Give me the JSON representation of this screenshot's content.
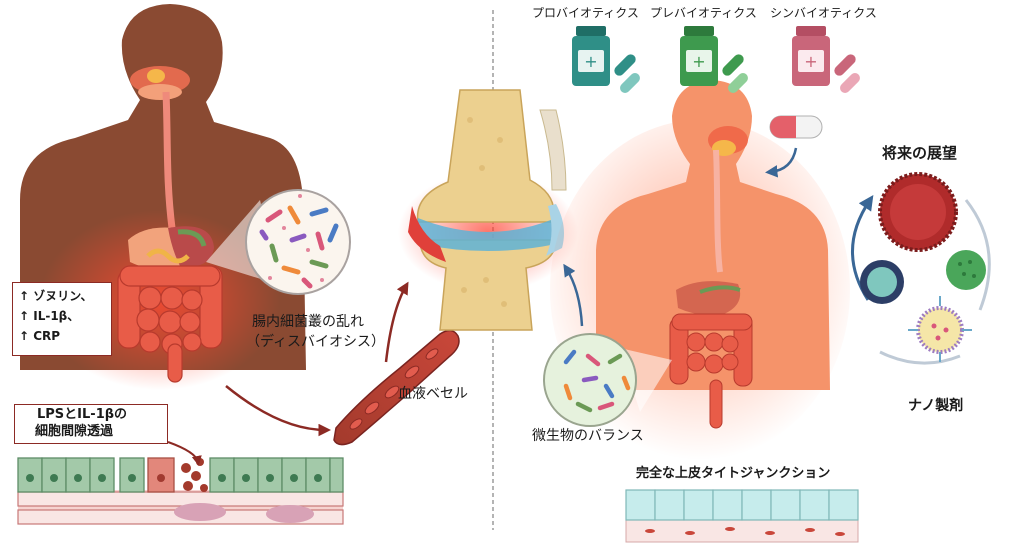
{
  "left_panel": {
    "markers": [
      "↑ ゾヌリン、",
      "↑ IL-1β、",
      "↑ CRP"
    ],
    "leak_label": [
      "LPSとIL-1βの",
      "細胞間隙透過"
    ],
    "dysbiosis_label": [
      "腸内細菌叢の乱れ",
      "（ディスバイオシス）"
    ],
    "blood_vessel_label": "血液ベセル"
  },
  "right_panel": {
    "products": [
      {
        "label": "プロバイオティクス",
        "color": "#2f8f87"
      },
      {
        "label": "プレバイオティクス",
        "color": "#3e9a4e"
      },
      {
        "label": "シンバイオティクス",
        "color": "#c9667a"
      }
    ],
    "future_title": "将来の展望",
    "nano_label": "ナノ製剤",
    "balance_label": "微生物のバランス",
    "junction_label": "完全な上皮タイトジャンクション"
  },
  "colors": {
    "skin_dark": "#8a4a32",
    "skin_inflamed": "#f5936a",
    "vessel_red": "#8c2a24",
    "intestine": "#e85c48",
    "bone": "#ecd08f",
    "arrow_blue": "#3a6796"
  }
}
